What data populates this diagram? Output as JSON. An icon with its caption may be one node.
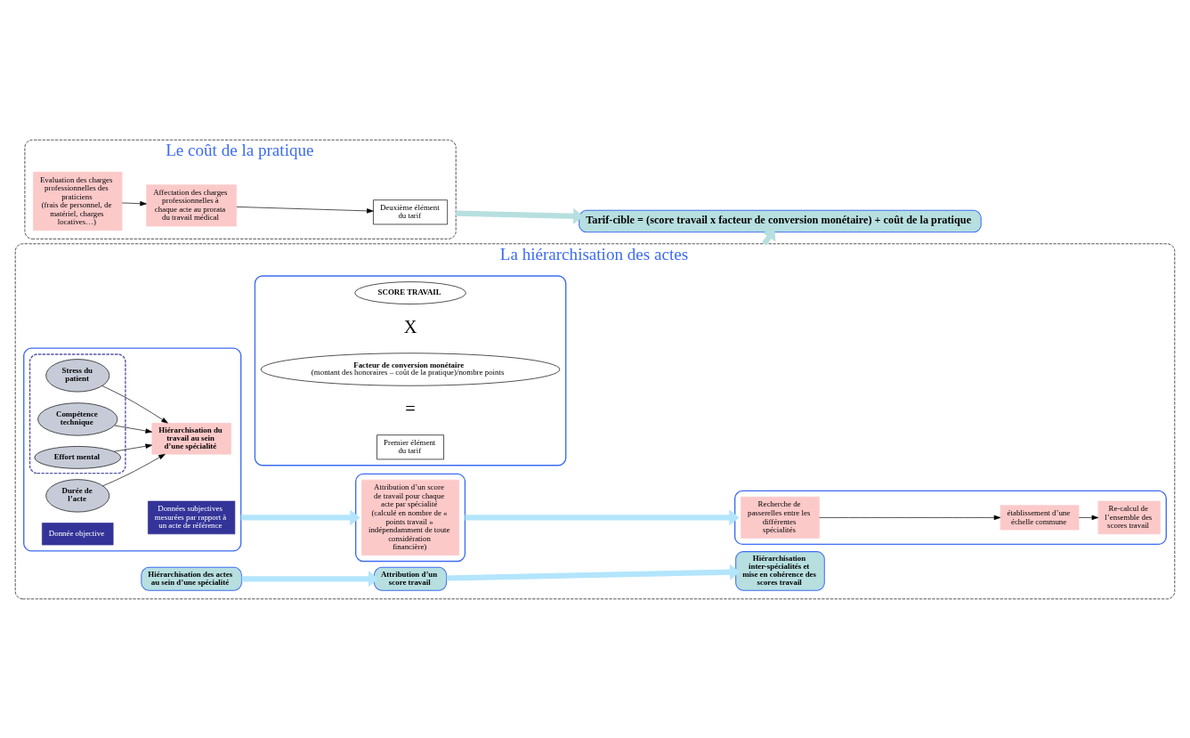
{
  "diagram": {
    "nodes": [
      {
        "text": [
          "La hiérarchisation des actes"
        ]
      },
      {
        "text": [
          "Hiérarchisation des actes au sein d’une spécialité"
        ],
        "in": 0
      },
      {
        "text": [
          "Attribution d’un score travail"
        ],
        "in": 0
      },
      {
        "text": [
          "Hiérarchisation inter-spécialités et mise en cohérence des scores travail"
        ],
        "in": 0
      },
      {
        "text": [],
        "shape": "box",
        "in": 0
      },
      {
        "text": [
          "Durée de l’acte"
        ],
        "in": 4
      },
      {
        "text": [
          "Donnée objective"
        ],
        "in": 4
      },
      {
        "text": [],
        "shape": "box",
        "in": 4
      },
      {
        "text": [
          "Stress du patient"
        ],
        "in": 7
      },
      {
        "text": [
          "Compétence technique"
        ],
        "in": 7
      },
      {
        "text": [
          "Effort mental"
        ],
        "in": 7
      },
      {
        "text": [
          "Hiérarchisation du travail au sein d’une spécialité"
        ],
        "in": 4
      },
      {
        "text": [
          "Données subjectives mesurées par rapport à un acte de référence"
        ],
        "in": 4
      },
      {
        "text": [],
        "shape": "box",
        "in": 0
      },
      {
        "text": [
          "Attribution d’un score de travail pour chaque acte par spécialité",
          "(calculé en nombre de « points travail » indépendamment de toute considération financière)"
        ],
        "in": 13
      },
      {
        "text": [],
        "shape": "box",
        "in": 0
      },
      {
        "text": [
          "Recherche de passerelles entre les différentes spécialités"
        ],
        "in": 15
      },
      {
        "text": [
          "établissement d’une échelle commune"
        ],
        "in": 15
      },
      {
        "text": [
          "Re-calcul de l’ensemble des scores travail"
        ],
        "in": 15
      },
      {
        "text": [],
        "shape": "box",
        "in": 0
      },
      {
        "text": [
          "SCORE TRAVAIL"
        ],
        "in": 19
      },
      {
        "text": [
          "Facteur de conversion monétaire",
          "(montant des honoraires – coût de la pratique)/nombre points"
        ],
        "in": 19
      },
      {
        "text": [
          "Premier élément du tarif"
        ],
        "in": 19
      },
      {
        "text": [
          "Le coût de la pratique"
        ]
      },
      {
        "text": [
          "Evaluation des charges professionnelles des praticiens",
          "(frais de personnel, de matériel, charges locatives…)"
        ],
        "in": 23
      },
      {
        "text": [
          "Affectation des charges professionnelles à chaque acte au prorata du travail médical"
        ],
        "in": 23
      },
      {
        "text": [
          "Deuxième élément du tarif"
        ],
        "in": 23
      },
      {
        "text": [
          "Tarif-cible = (score travail x facteur de conversion monétaire) + coût de la pratique"
        ]
      }
    ],
    "edges": [
      {
        "from": 1,
        "to": 2,
        "arrow": "to",
        "style": "thick",
        "color": "#b3e5fc"
      },
      {
        "from": 2,
        "to": 3,
        "arrow": "to",
        "style": "thick",
        "color": "#b3e5fc"
      },
      {
        "from": 5,
        "to": 11,
        "arrow": "to"
      },
      {
        "from": 8,
        "to": 11,
        "arrow": "to"
      },
      {
        "from": 9,
        "to": 11,
        "arrow": "to"
      },
      {
        "from": 10,
        "to": 11,
        "arrow": "to"
      },
      {
        "from": 4,
        "to": 13,
        "arrow": "to",
        "style": "thick",
        "color": "#b3e5fc"
      },
      {
        "from": 13,
        "to": 15,
        "arrow": "to",
        "style": "thick",
        "color": "#b3e5fc"
      },
      {
        "from": 16,
        "to": 17,
        "arrow": "to"
      },
      {
        "from": 17,
        "to": 18,
        "arrow": "to"
      },
      {
        "from": 24,
        "to": 25,
        "arrow": "to"
      },
      {
        "from": 25,
        "to": 26,
        "arrow": "to"
      },
      {
        "from": 0,
        "to": 27,
        "arrow": "to",
        "style": "thick",
        "color": "#b7dfe0"
      },
      {
        "from": 23,
        "to": 27,
        "arrow": "to",
        "style": "thick",
        "color": "#b7dfe0"
      }
    ],
    "labels": [
      "X",
      "="
    ]
  }
}
